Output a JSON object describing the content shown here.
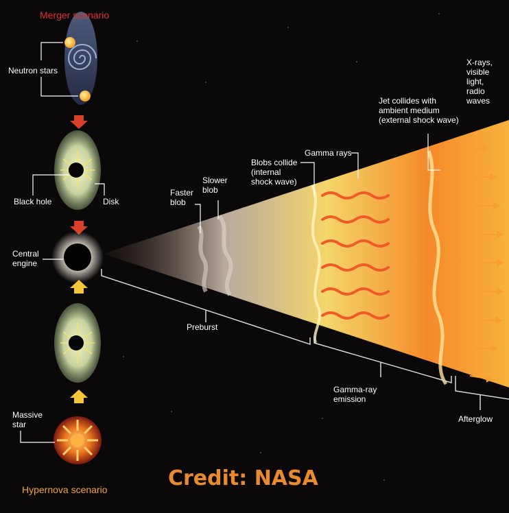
{
  "titles": {
    "merger": "Merger scenario",
    "hypernova": "Hypernova scenario"
  },
  "labels": {
    "neutron_stars": "Neutron stars",
    "black_hole": "Black hole",
    "disk": "Disk",
    "central_engine": "Central\nengine",
    "massive_star": "Massive\nstar",
    "faster_blob": "Faster\nblob",
    "slower_blob": "Slower\nblob",
    "blobs_collide": "Blobs collide\n(internal\nshock wave)",
    "gamma_rays": "Gamma rays",
    "jet_collides": "Jet collides with\nambient medium\n(external shock wave)",
    "xrays": "X-rays,\nvisible\nlight,\nradio\nwaves",
    "preburst": "Preburst",
    "gamma_emission": "Gamma-ray\nemission",
    "afterglow": "Afterglow"
  },
  "credit": "Credit: NASA",
  "colors": {
    "merger_title": "#e0322a",
    "hypernova_title": "#f0a43a",
    "credit": "#e98a2c",
    "background": "#0a0808"
  }
}
